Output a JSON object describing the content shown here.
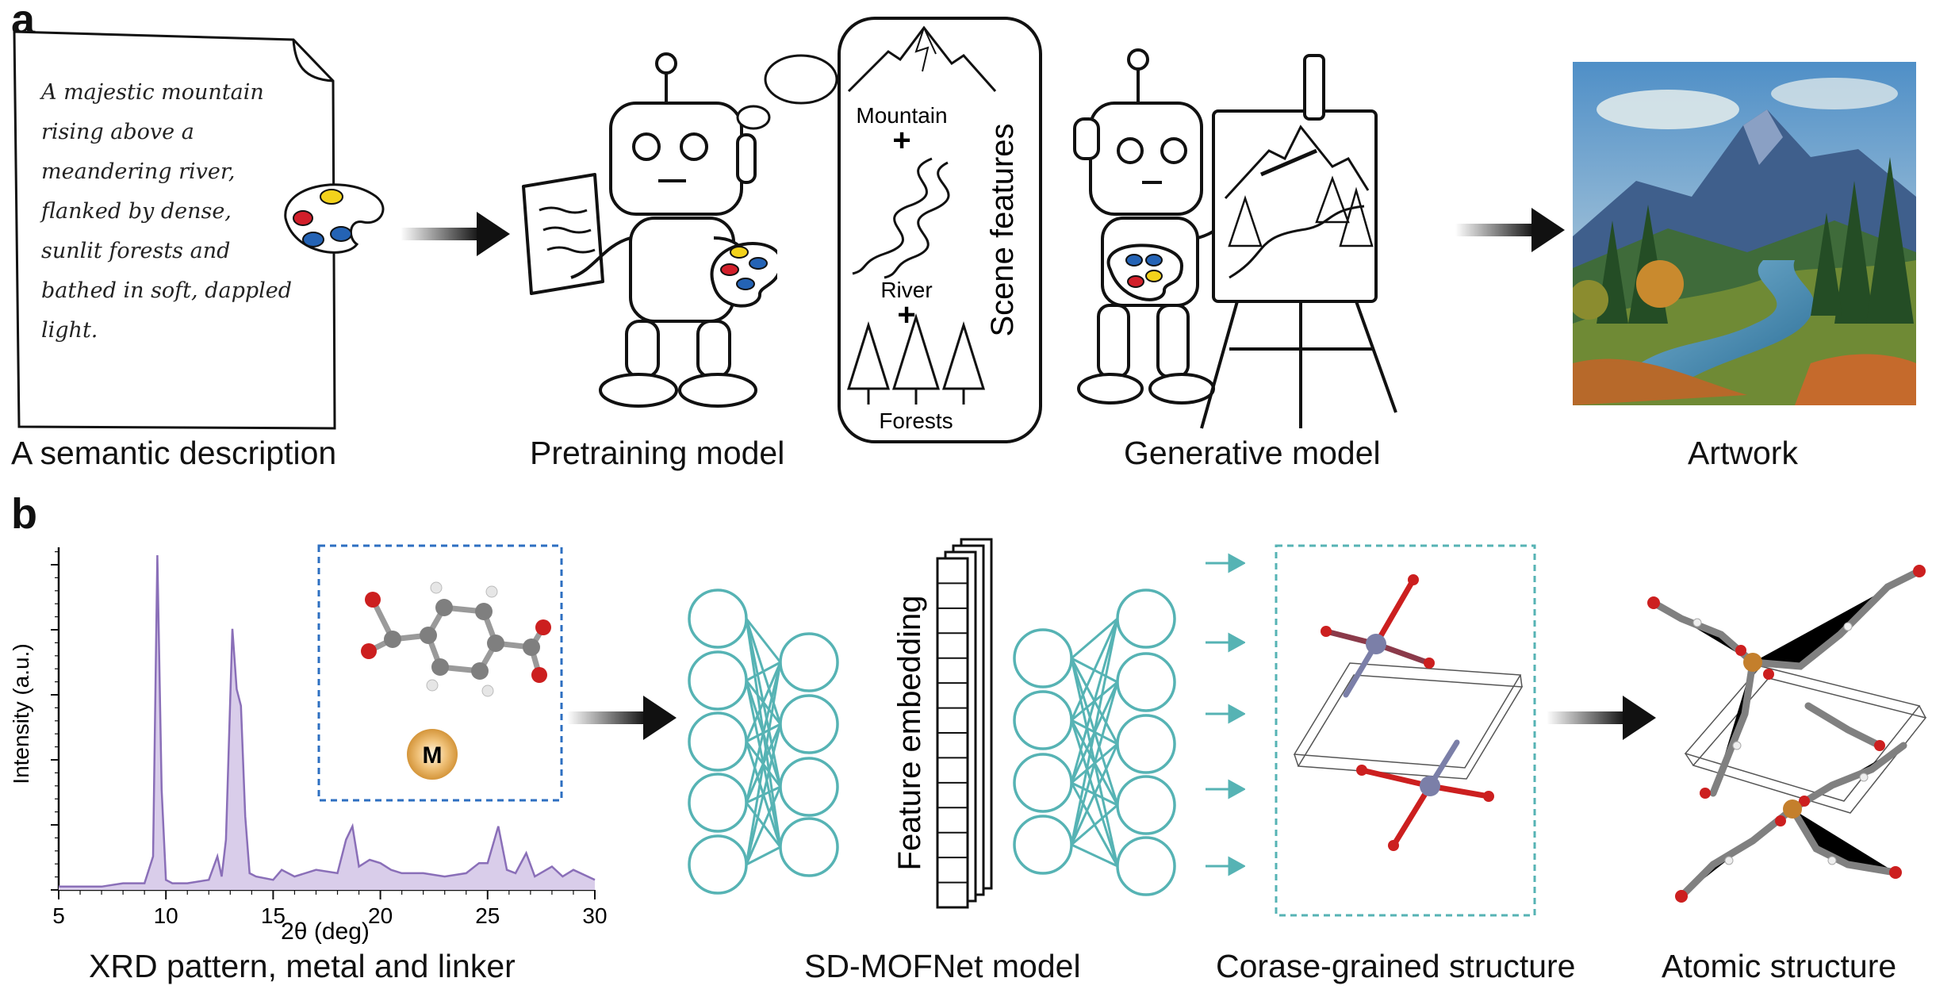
{
  "panels": {
    "a": {
      "letter": "a",
      "note_lines": [
        "A majestic mountain",
        "rising above a",
        "meandering river,",
        "flanked by dense,",
        "sunlit forests and",
        "bathed in soft, dappled",
        "light."
      ],
      "captions": {
        "semantic": "A semantic description",
        "pretraining": "Pretraining model",
        "generative": "Generative model",
        "artwork": "Artwork"
      },
      "scene": {
        "mountain": "Mountain",
        "plus1": "+",
        "river": "River",
        "plus2": "+",
        "forests": "Forests",
        "side_label": "Scene features"
      }
    },
    "b": {
      "letter": "b",
      "captions": {
        "xrd": "XRD pattern, metal and linker",
        "model": "SD-MOFNet model",
        "coarse": "Corase-grained structure",
        "atomic": "Atomic structure"
      },
      "feature_label": "Feature embedding",
      "metal_label": "M"
    }
  },
  "chart_data": {
    "type": "line",
    "title": "",
    "xlabel": "2θ (deg)",
    "ylabel": "Intensity (a.u.)",
    "xlim": [
      5,
      30
    ],
    "xticks": [
      "5",
      "10",
      "15",
      "20",
      "25",
      "30"
    ],
    "color": "#8a6fb8",
    "fill": "#d9cdea",
    "series": [
      {
        "x": [
          5,
          6,
          7,
          8,
          9,
          9.4,
          9.6,
          9.8,
          10,
          10.3,
          11,
          12,
          12.4,
          12.6,
          12.8,
          13.1,
          13.3,
          13.5,
          13.7,
          13.9,
          14.2,
          15,
          15.4,
          16,
          17,
          18,
          18.4,
          18.7,
          19,
          19.5,
          20,
          20.5,
          21,
          22,
          23,
          24,
          24.6,
          25.0,
          25.5,
          25.9,
          26.3,
          26.8,
          27.2,
          28,
          28.5,
          29,
          30
        ],
        "y": [
          0.01,
          0.01,
          0.01,
          0.02,
          0.02,
          0.1,
          1.0,
          0.3,
          0.03,
          0.02,
          0.02,
          0.03,
          0.1,
          0.04,
          0.15,
          0.78,
          0.6,
          0.55,
          0.22,
          0.05,
          0.04,
          0.03,
          0.06,
          0.04,
          0.06,
          0.05,
          0.15,
          0.19,
          0.07,
          0.09,
          0.08,
          0.06,
          0.05,
          0.05,
          0.04,
          0.05,
          0.08,
          0.08,
          0.19,
          0.06,
          0.05,
          0.11,
          0.04,
          0.07,
          0.04,
          0.06,
          0.03
        ]
      }
    ]
  },
  "colors": {
    "teal": "#56b3b4",
    "purple": "#8a6fb8",
    "dashed_blue": "#2d6fc1",
    "metal_gold": "#d4953a",
    "oxygen_red": "#cc1f1f",
    "carbon_gray": "#7f7f7f",
    "cobalt": "#7b7fa8"
  }
}
